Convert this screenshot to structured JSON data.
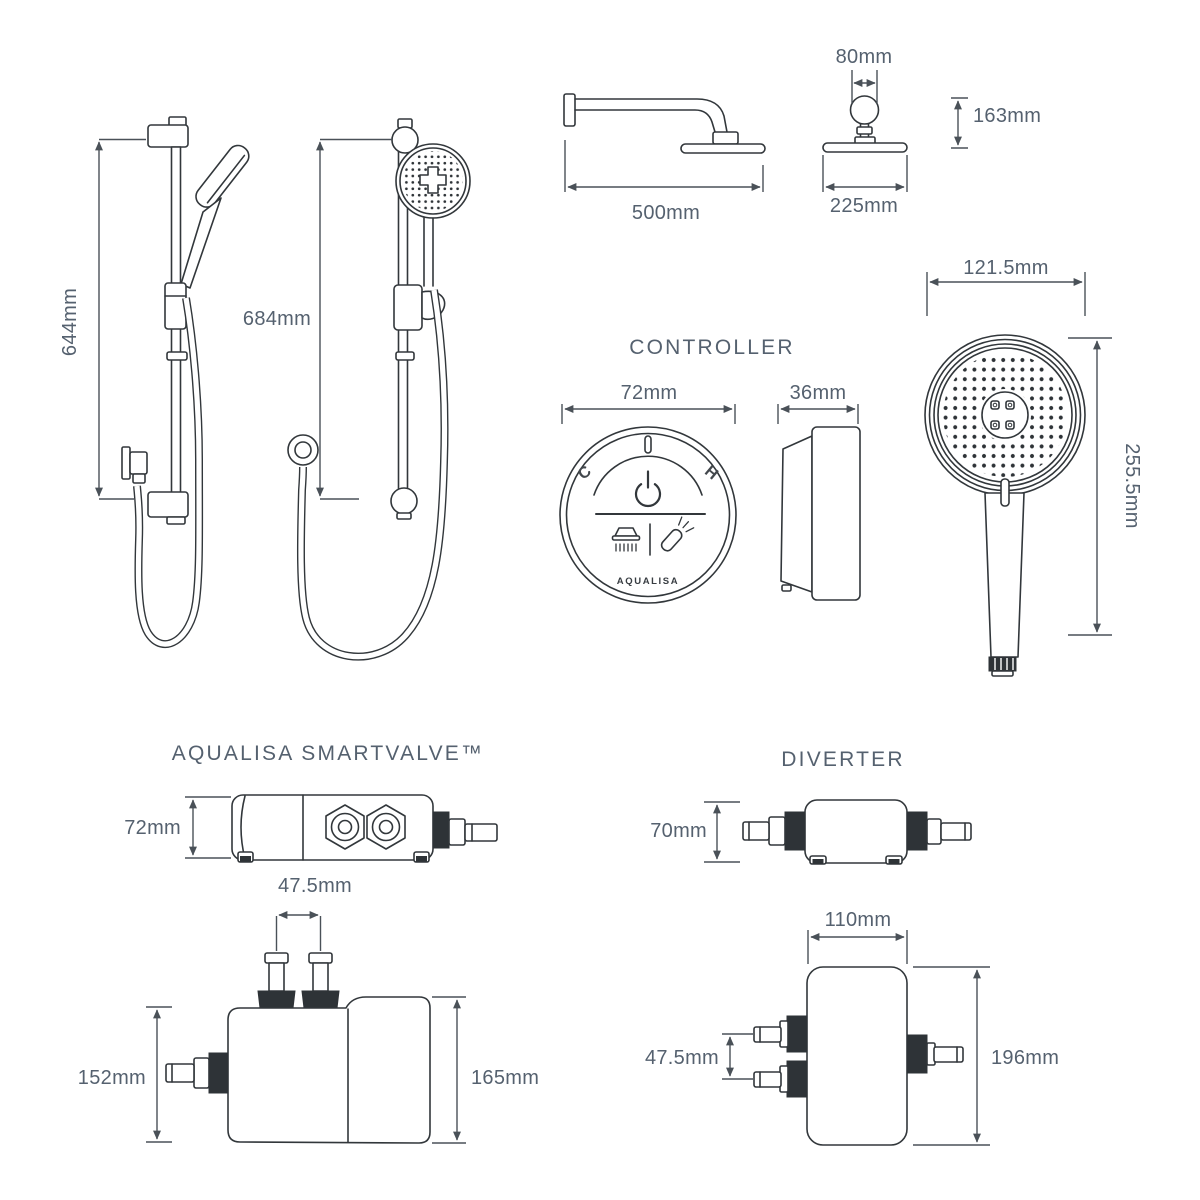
{
  "colors": {
    "label_text": "#55616F",
    "line_art": "#32373B",
    "dark_fill": "#2E3337",
    "background": "#FFFFFF"
  },
  "rail_kit": {
    "front_height_label": "644mm",
    "side_height_label": "684mm"
  },
  "overhead_shower": {
    "arm_length_label": "500mm",
    "wall_fitting_width_label": "80mm",
    "drop_height_label": "163mm",
    "head_width_label": "225mm"
  },
  "controller": {
    "title": "CONTROLLER",
    "width_label": "72mm",
    "depth_label": "36mm",
    "cold_label": "C",
    "hot_label": "H",
    "brand_label": "AQUALISA"
  },
  "handset": {
    "head_width_label": "121.5mm",
    "length_label": "255.5mm"
  },
  "smartvalve": {
    "title": "AQUALISA SMARTVALVE™",
    "height_label": "72mm",
    "inlet_spacing_label": "47.5mm",
    "inlet_height_label": "152mm",
    "overall_height_label": "165mm"
  },
  "diverter": {
    "title": "DIVERTER",
    "height_label": "70mm",
    "width_label": "110mm",
    "port_spacing_label": "47.5mm",
    "overall_height_label": "196mm"
  }
}
